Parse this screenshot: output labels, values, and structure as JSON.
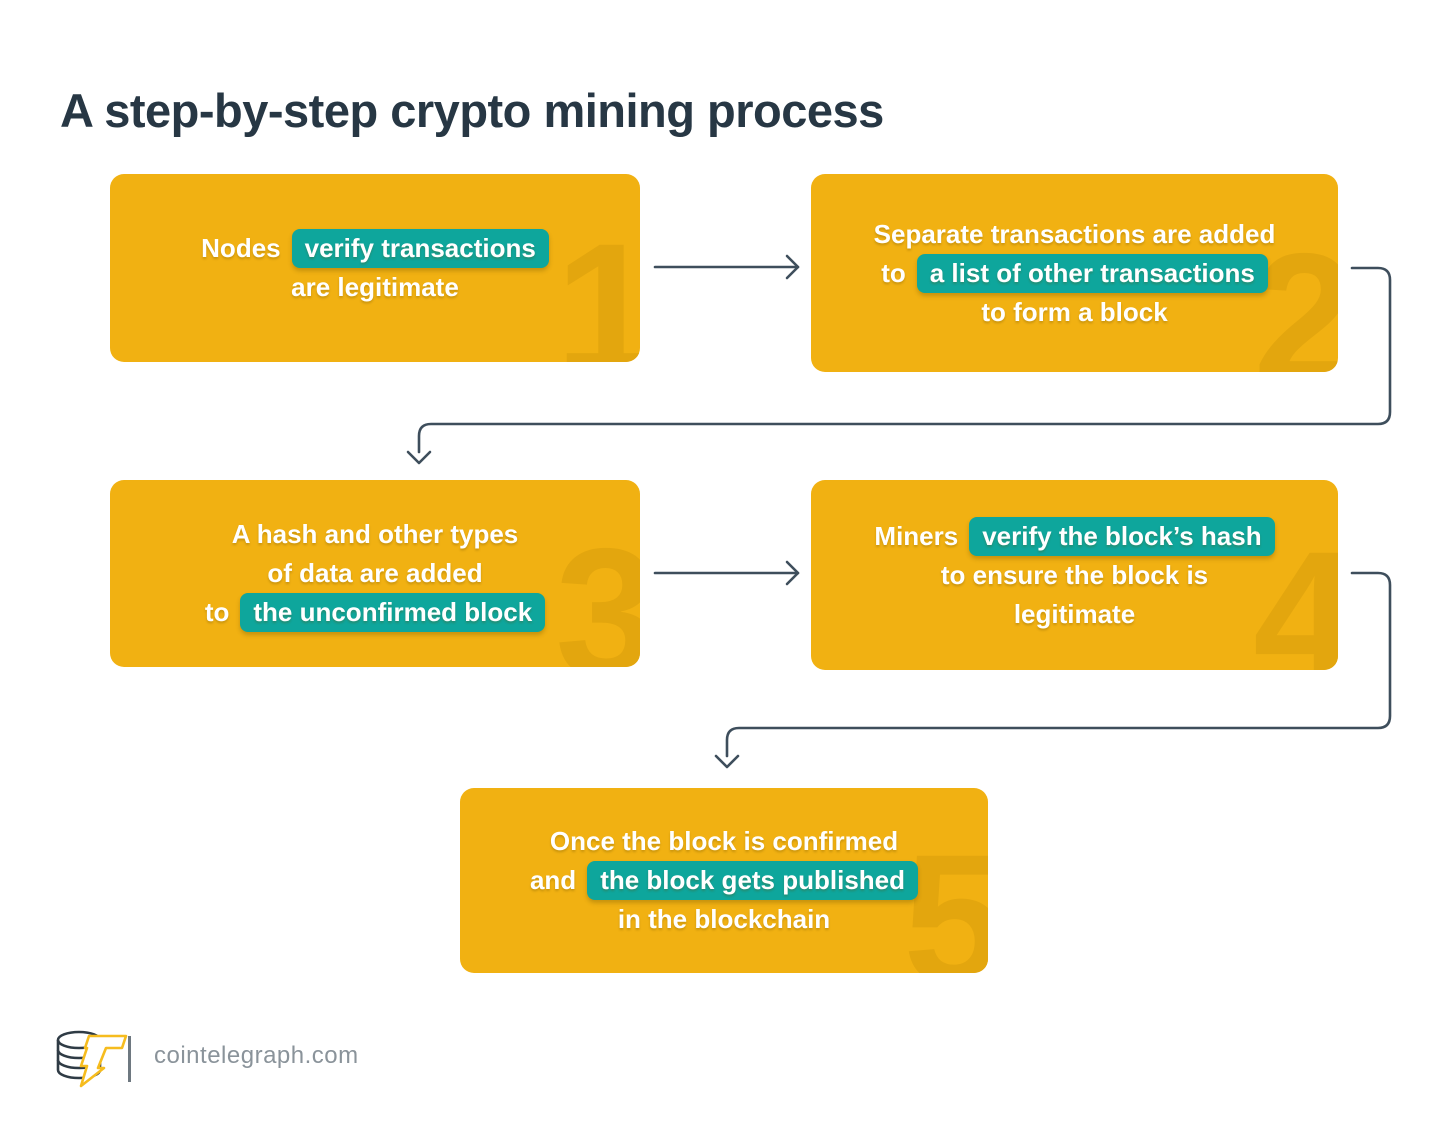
{
  "title": "A step-by-step crypto mining process",
  "colors": {
    "box_yellow": "#F1B112",
    "watermark_yellow": "#E3A60E",
    "highlight_teal": "#0EA69C",
    "title_dark": "#273744",
    "arrow_slate": "#3E4E5C",
    "footer_text_gray": "#8A939A",
    "logo_bolt_yellow": "#F6BC1E",
    "logo_coin_dark": "#2F3B45",
    "divider_gray": "#6E7880",
    "text_white": "#FFFFFF"
  },
  "steps": [
    {
      "number": "1",
      "lines": [
        [
          {
            "text": "Nodes"
          },
          {
            "text": "verify transactions",
            "highlight": true
          }
        ],
        [
          {
            "text": "are legitimate"
          }
        ]
      ]
    },
    {
      "number": "2",
      "lines": [
        [
          {
            "text": "Separate transactions are added"
          }
        ],
        [
          {
            "text": "to"
          },
          {
            "text": "a list of other transactions",
            "highlight": true
          }
        ],
        [
          {
            "text": "to form a block"
          }
        ]
      ]
    },
    {
      "number": "3",
      "lines": [
        [
          {
            "text": "A hash and other types"
          }
        ],
        [
          {
            "text": "of data are added"
          }
        ],
        [
          {
            "text": "to"
          },
          {
            "text": "the unconfirmed block",
            "highlight": true
          }
        ]
      ]
    },
    {
      "number": "4",
      "lines": [
        [
          {
            "text": "Miners"
          },
          {
            "text": "verify the block’s hash",
            "highlight": true
          }
        ],
        [
          {
            "text": "to ensure the block is"
          }
        ],
        [
          {
            "text": "legitimate"
          }
        ]
      ]
    },
    {
      "number": "5",
      "lines": [
        [
          {
            "text": "Once the block is confirmed"
          }
        ],
        [
          {
            "text": "and"
          },
          {
            "text": "the block gets published",
            "highlight": true
          }
        ],
        [
          {
            "text": "in the blockchain"
          }
        ]
      ]
    }
  ],
  "footer": {
    "site": "cointelegraph.com",
    "logo_icon": "coin-stack-lightning-bolt"
  }
}
